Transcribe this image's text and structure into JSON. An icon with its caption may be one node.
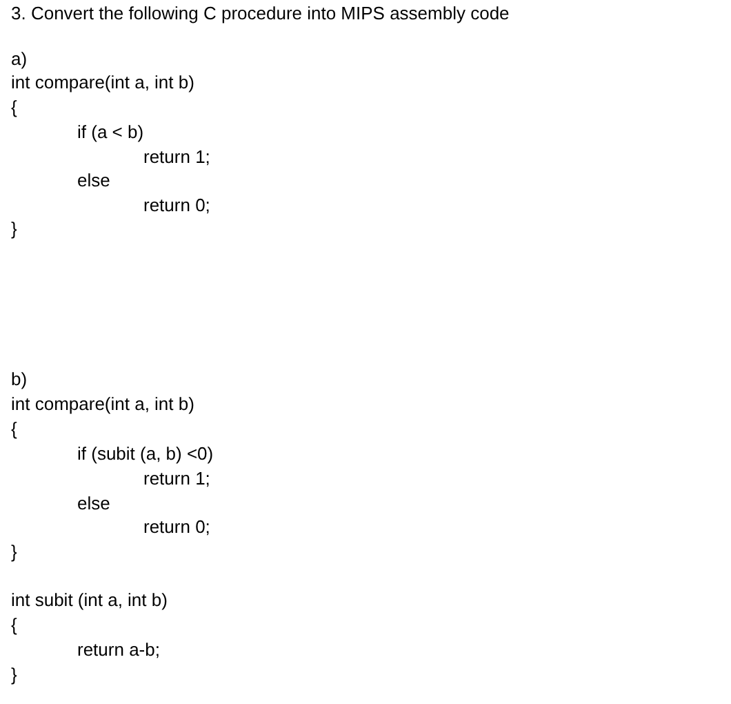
{
  "diagram": {
    "title": "3. Convert the following C procedure into MIPS assembly code",
    "labels": [
      "a)",
      "int compare(int a, int b)",
      "{",
      "if (a < b)",
      "return 1;",
      "else",
      "return 0;",
      "}",
      "b)",
      "int compare(int a, int b)",
      "{",
      "if (subit (a, b) <0)",
      "return 1;",
      "else",
      "return 0;",
      "}",
      "int subit (int a, int b)",
      "{",
      "return a-b;",
      "}"
    ]
  }
}
